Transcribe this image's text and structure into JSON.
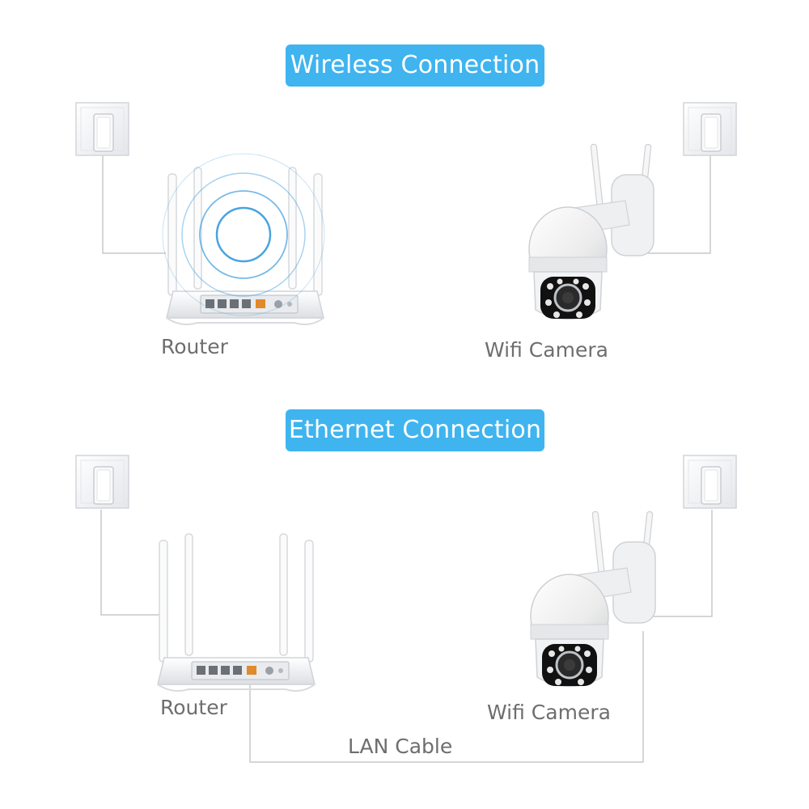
{
  "colors": {
    "badge_bg": "#3fb4ef",
    "badge_text": "#ffffff",
    "label_text": "#6e6e6e",
    "wire": "#c8c8c8",
    "signal_ring": "#4aa3df",
    "router_body": "#f1f2f4",
    "port_accent": "#e08a2c",
    "camera_body": "#f4f4f4",
    "camera_face": "#111111"
  },
  "wireless": {
    "title": "Wireless Connection",
    "router_label": "Router",
    "camera_label": "Wifi Camera"
  },
  "ethernet": {
    "title": "Ethernet Connection",
    "router_label": "Router",
    "camera_label": "Wifi Camera",
    "cable_label": "LAN Cable"
  },
  "icons": [
    "wall-socket-icon",
    "router-icon",
    "wifi-signal-icon",
    "ptz-camera-icon",
    "power-cable-icon",
    "lan-cable-icon"
  ]
}
